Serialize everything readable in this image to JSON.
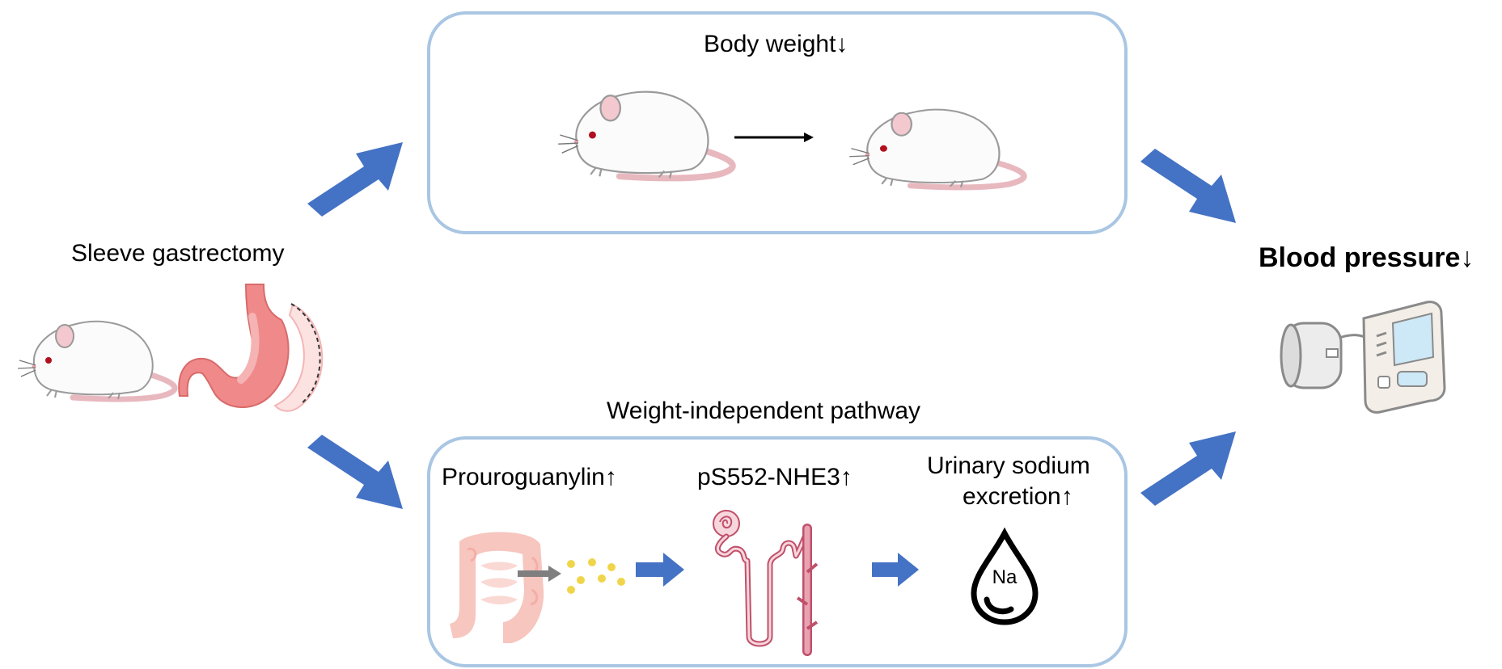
{
  "diagram": {
    "start_label": "Sleeve gastrectomy",
    "top_box": {
      "title": "Body weight↓"
    },
    "bottom_box": {
      "heading": "Weight-independent pathway",
      "step1": "Prouroguanylin↑",
      "step2": "pS552-NHE3↑",
      "step3_line1": "Urinary sodium",
      "step3_line2": "excretion↑",
      "drop_text": "Na"
    },
    "outcome_label": "Blood pressure↓"
  },
  "colors": {
    "arrow_blue": "#4472c4",
    "box_border": "#a9c6e3",
    "stomach": "#f08a8a",
    "intestine": "#f6c3bc",
    "peptide": "#f0d54a"
  },
  "icons": [
    "rat-icon",
    "stomach-icon",
    "intestine-icon",
    "nephron-icon",
    "drop-icon",
    "blood-pressure-monitor-icon"
  ]
}
